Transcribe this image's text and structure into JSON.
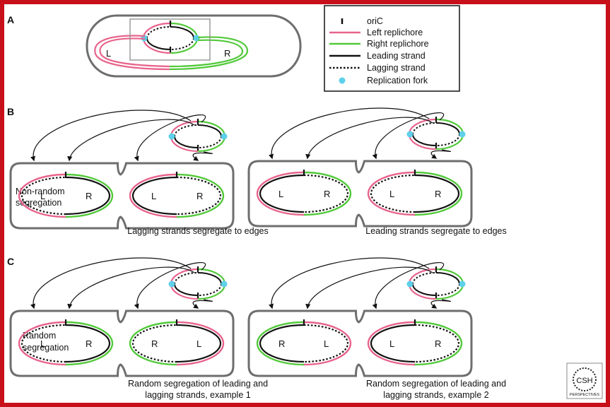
{
  "panels": {
    "a": "A",
    "b": "B",
    "c": "C"
  },
  "legend": {
    "items": [
      {
        "key": "oric",
        "label": "oriC"
      },
      {
        "key": "left",
        "label": "Left replichore"
      },
      {
        "key": "right",
        "label": "Right replichore"
      },
      {
        "key": "leading",
        "label": "Leading strand"
      },
      {
        "key": "lagging",
        "label": "Lagging strand"
      },
      {
        "key": "fork",
        "label": "Replication fork"
      }
    ]
  },
  "colors": {
    "left": "#e8638c",
    "right": "#52c93a",
    "fork": "#5fd0ea",
    "cell": "#6e6e6e",
    "frame": "#c8101a"
  },
  "panel_a": {
    "left_label": "L",
    "right_label": "R"
  },
  "row_b": {
    "side_line1": "Non-random",
    "side_line2": "segregation",
    "example1": {
      "caption": "Lagging strands segregate to edges",
      "cell1": [
        "L",
        "R"
      ],
      "cell2": [
        "L",
        "R"
      ]
    },
    "example2": {
      "caption": "Leading strands segregate to edges",
      "cell1": [
        "L",
        "R"
      ],
      "cell2": [
        "L",
        "R"
      ]
    }
  },
  "row_c": {
    "side_line1": "Random",
    "side_line2": "segregation",
    "example1": {
      "caption_line1": "Random segregation of leading and",
      "caption_line2": "lagging strands, example 1",
      "cell1": [
        "L",
        "R"
      ],
      "cell2": [
        "R",
        "L"
      ]
    },
    "example2": {
      "caption_line1": "Random segregation of leading and",
      "caption_line2": "lagging strands, example 2",
      "cell1": [
        "R",
        "L"
      ],
      "cell2": [
        "L",
        "R"
      ]
    }
  },
  "logo": {
    "line1": "CSH",
    "line2": "PERSPECTIVES"
  }
}
